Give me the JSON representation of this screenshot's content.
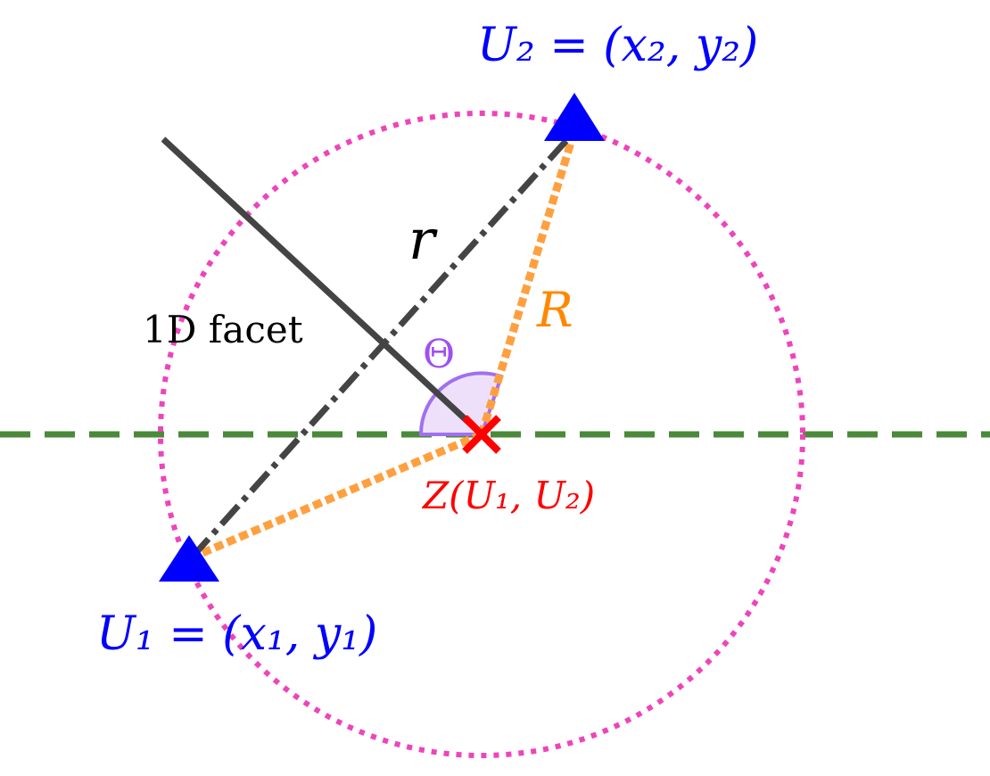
{
  "labels": {
    "u1_label": "U₁ = (x₁, y₁)",
    "u2_label": "U₂ = (x₂, y₂)",
    "z_label": "Z(U₁, U₂)",
    "r_label": "r",
    "R_label": "R",
    "theta_label": "Θ",
    "facet_label": "1D facet"
  },
  "colors": {
    "vertex": "#0000ff",
    "z_marker": "#ff0000",
    "circle": "#ee44bb",
    "radius_lines": "#ffa040",
    "chord": "#444444",
    "facet": "#444444",
    "horizontal_line": "#4a8a3a",
    "angle_fill": "#eee0fb",
    "angle_stroke": "#a070f0",
    "label_black": "#000000"
  },
  "icons": {
    "vertex_marker": "triangle",
    "z_marker": "cross"
  }
}
